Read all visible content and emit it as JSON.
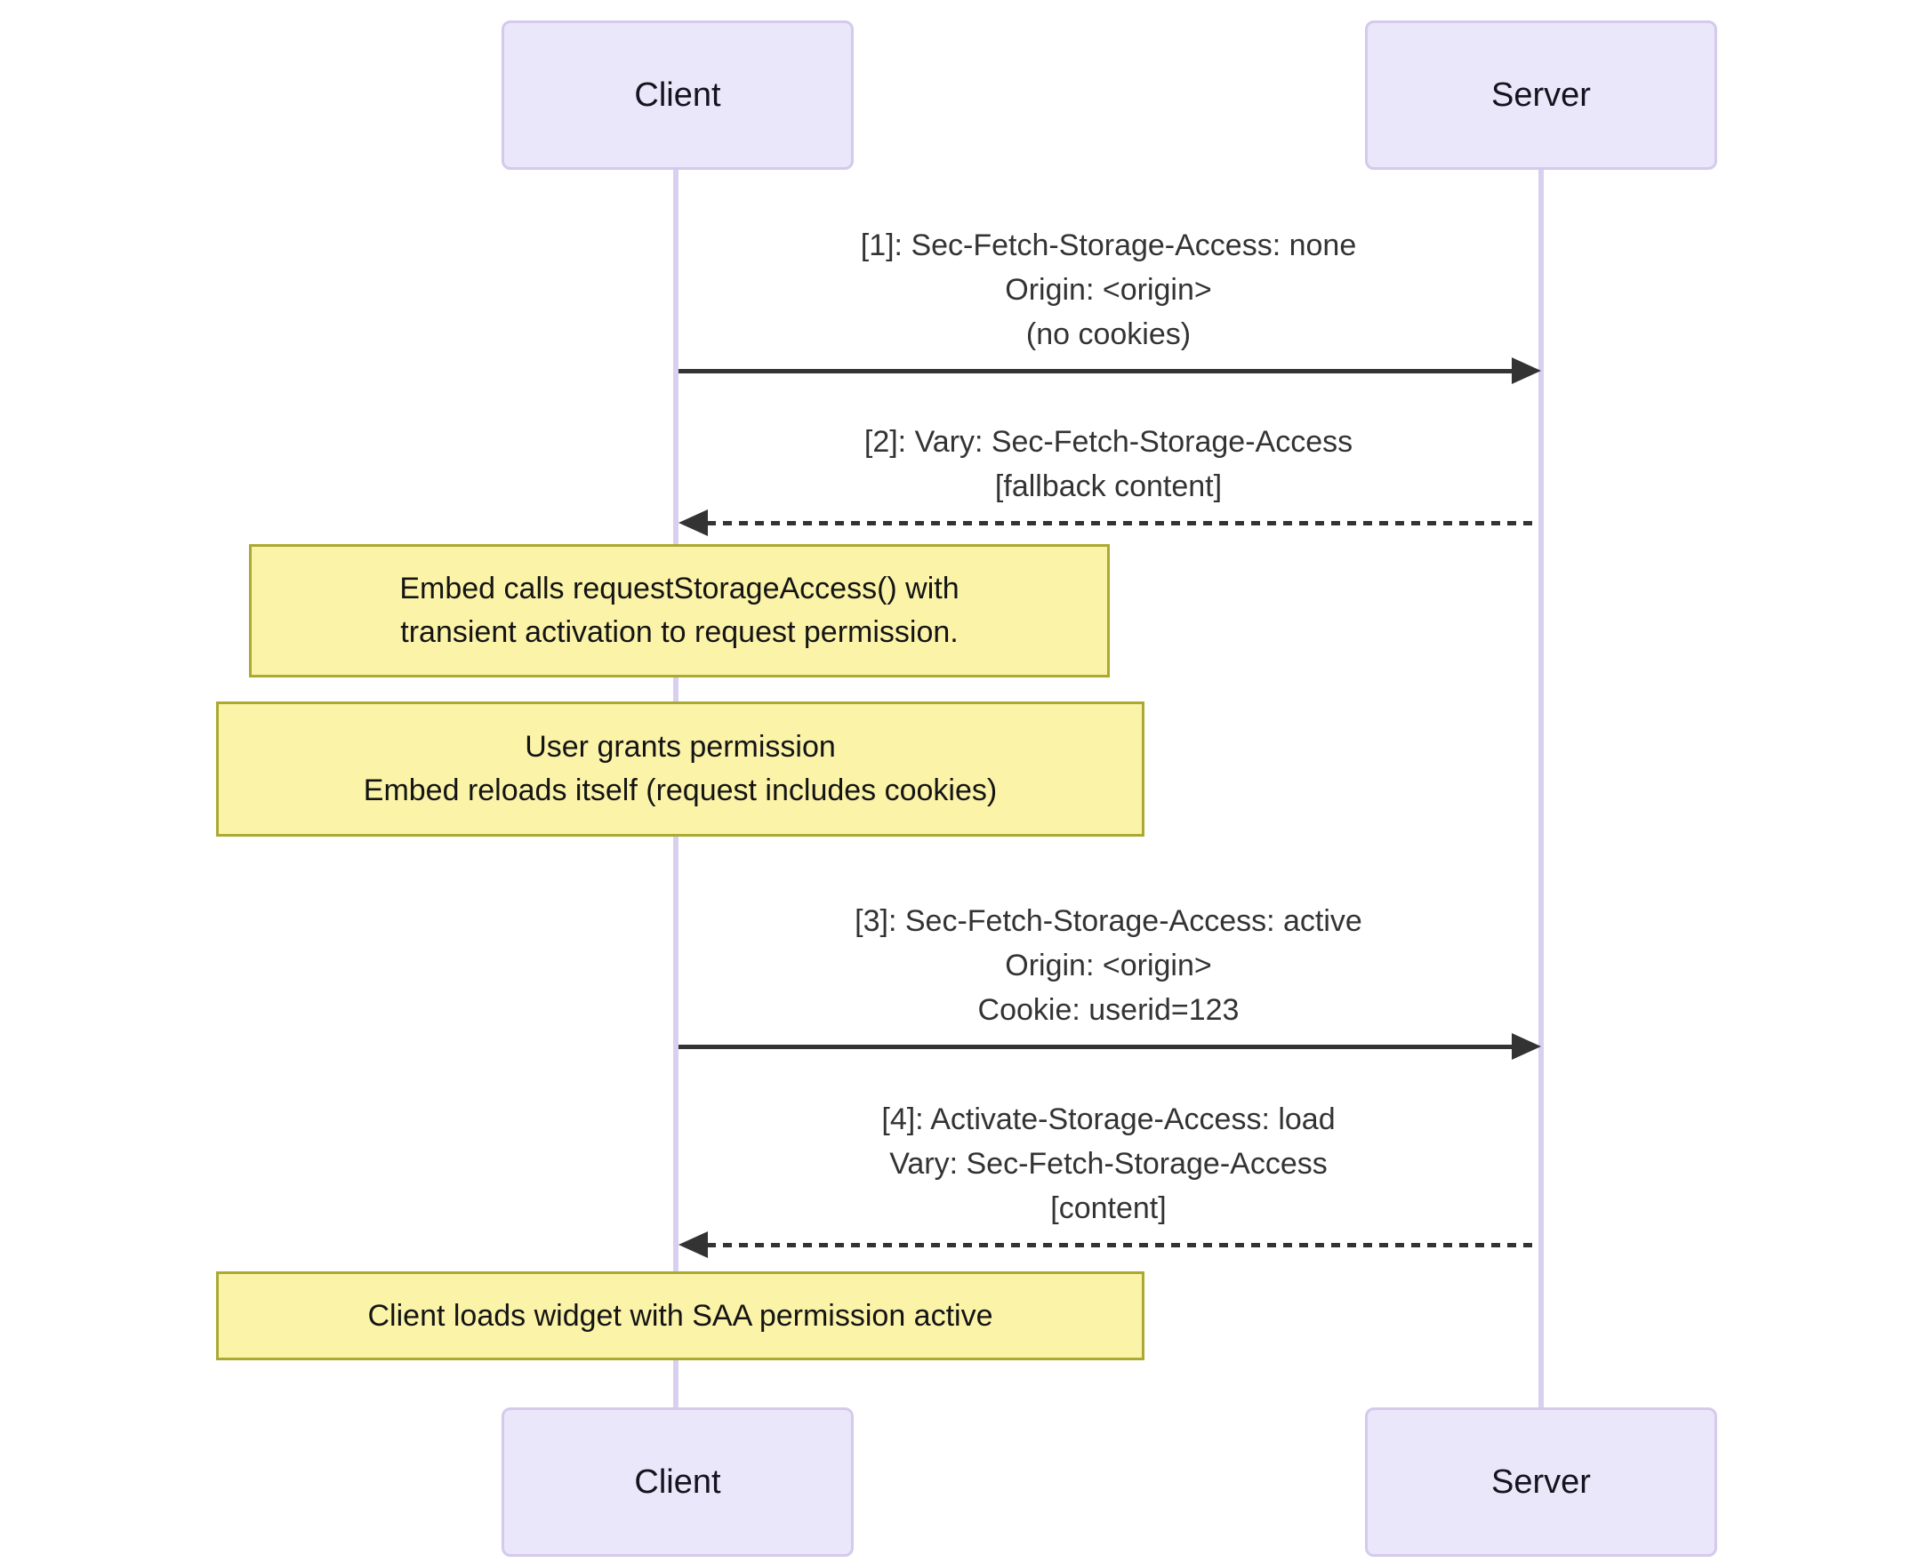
{
  "diagram_type": "sequence-diagram",
  "actors": {
    "client": "Client",
    "server": "Server"
  },
  "messages": [
    {
      "from": "Client",
      "to": "Server",
      "style": "solid",
      "lines": [
        "[1]: Sec-Fetch-Storage-Access: none",
        "Origin: <origin>",
        "(no cookies)"
      ]
    },
    {
      "from": "Server",
      "to": "Client",
      "style": "dashed",
      "lines": [
        "[2]: Vary: Sec-Fetch-Storage-Access",
        "[fallback content]"
      ]
    },
    {
      "from": "Client",
      "to": "Server",
      "style": "solid",
      "lines": [
        "[3]: Sec-Fetch-Storage-Access: active",
        "Origin: <origin>",
        "Cookie: userid=123"
      ]
    },
    {
      "from": "Server",
      "to": "Client",
      "style": "dashed",
      "lines": [
        "[4]: Activate-Storage-Access: load",
        "Vary: Sec-Fetch-Storage-Access",
        "[content]"
      ]
    }
  ],
  "notes": [
    {
      "over": "Client",
      "lines": [
        "Embed calls requestStorageAccess() with",
        "transient activation to request permission."
      ]
    },
    {
      "over": "Client",
      "lines": [
        "User grants permission",
        "Embed reloads itself (request includes cookies)"
      ]
    },
    {
      "over": "Client",
      "lines": [
        "Client loads widget with SAA permission active"
      ]
    }
  ],
  "colors": {
    "actor_fill": "#e9e7f9",
    "actor_border": "#d5c9ec",
    "lifeline": "#d8d0ee",
    "message_text": "#333333",
    "arrow": "#333333",
    "note_fill": "#fbf3a8",
    "note_border": "#aaaa33",
    "background": "#ffffff"
  }
}
